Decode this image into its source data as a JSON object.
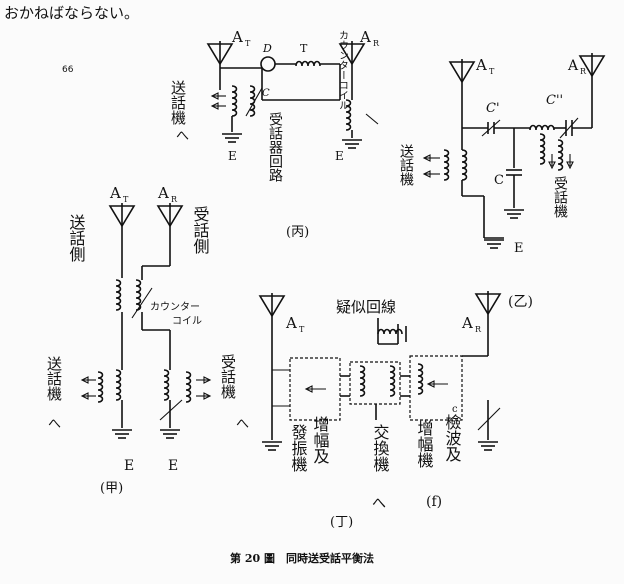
{
  "header_text": "おかねばならない。",
  "page_mark": "66",
  "caption": "第 20 圖　同時送受話平衡法",
  "panel_hei": {
    "label": "(丙)",
    "ant_t": "A",
    "ant_t_sub": "T",
    "ant_r": "A",
    "ant_r_sub": "R",
    "d_label": "D",
    "t_label": "T",
    "coil_label": "カウンターコイル",
    "tx_label": "送話機",
    "rx_label": "受話器回路",
    "ground_1": "E",
    "ground_2": "E",
    "c_label": "C"
  },
  "panel_right": {
    "ant_t": "A",
    "ant_t_sub": "T",
    "ant_r": "A",
    "ant_r_sub": "R",
    "c1": "C'",
    "c2": "C''",
    "c3": "C",
    "tx_label": "送話機",
    "rx_label": "受話機",
    "ground": "E"
  },
  "panel_ko": {
    "label": "(甲)",
    "ant_t": "A",
    "ant_t_sub": "T",
    "ant_r": "A",
    "ant_r_sub": "R",
    "tx_side": "送話側",
    "rx_side": "受話側",
    "coil_label_1": "カウンター",
    "coil_label_2": "コイル",
    "tx_label": "送話機",
    "rx_label": "受話機",
    "ground_1": "E",
    "ground_2": "E"
  },
  "panel_tei": {
    "label": "(丁)",
    "ant_t": "A",
    "ant_t_sub": "T",
    "ant_r": "A",
    "ant_r_sub": "R",
    "otsu": "(乙)",
    "dummy": "疑似回線",
    "osc": "發振機",
    "amp1": "增幅及",
    "mixer": "交換機",
    "det": "檢波及",
    "amp2": "增幅機",
    "f_mark": "(f)",
    "c_mark": "c"
  }
}
